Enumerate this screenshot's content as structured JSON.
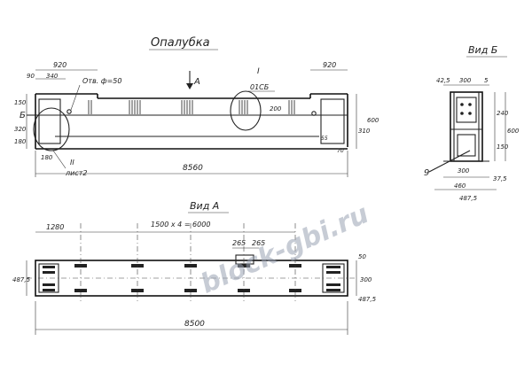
{
  "titles": {
    "formwork": "Опалубка",
    "view_a": "Вид А",
    "view_b": "Вид Б"
  },
  "markers": {
    "arrow_a": "А",
    "section_b": "Б",
    "node_i": "I",
    "node_i_ref": "01СБ",
    "node_ii": "II",
    "node_ii_ref": "лист2",
    "hole_note": "Отв. ф=50",
    "detail_num": "9"
  },
  "dims_formwork": {
    "left_top": "920",
    "left_sub1": "90",
    "left_sub2": "340",
    "right_top": "920",
    "left_h1": "150",
    "left_h2": "320",
    "left_h3": "180",
    "right_h1": "200",
    "right_h2": "310",
    "right_h3": "600",
    "right_small": "55",
    "right_small2": "70",
    "bottom_left": "180",
    "total": "8560"
  },
  "dims_view_a": {
    "left": "1280",
    "spans": "1500 х 4 = 6000",
    "w1": "265",
    "w2": "265",
    "left_h": "487,5",
    "right_h1": "50",
    "right_h2": "300",
    "right_h3": "487,5",
    "total": "8500"
  },
  "dims_view_b": {
    "top1": "42,5",
    "top2": "300",
    "top3": "5",
    "h1": "240",
    "h2": "600",
    "h3": "150",
    "b1": "300",
    "b2": "460",
    "b3": "37,5",
    "b4": "487,5"
  },
  "watermark": "block-gbi.ru"
}
